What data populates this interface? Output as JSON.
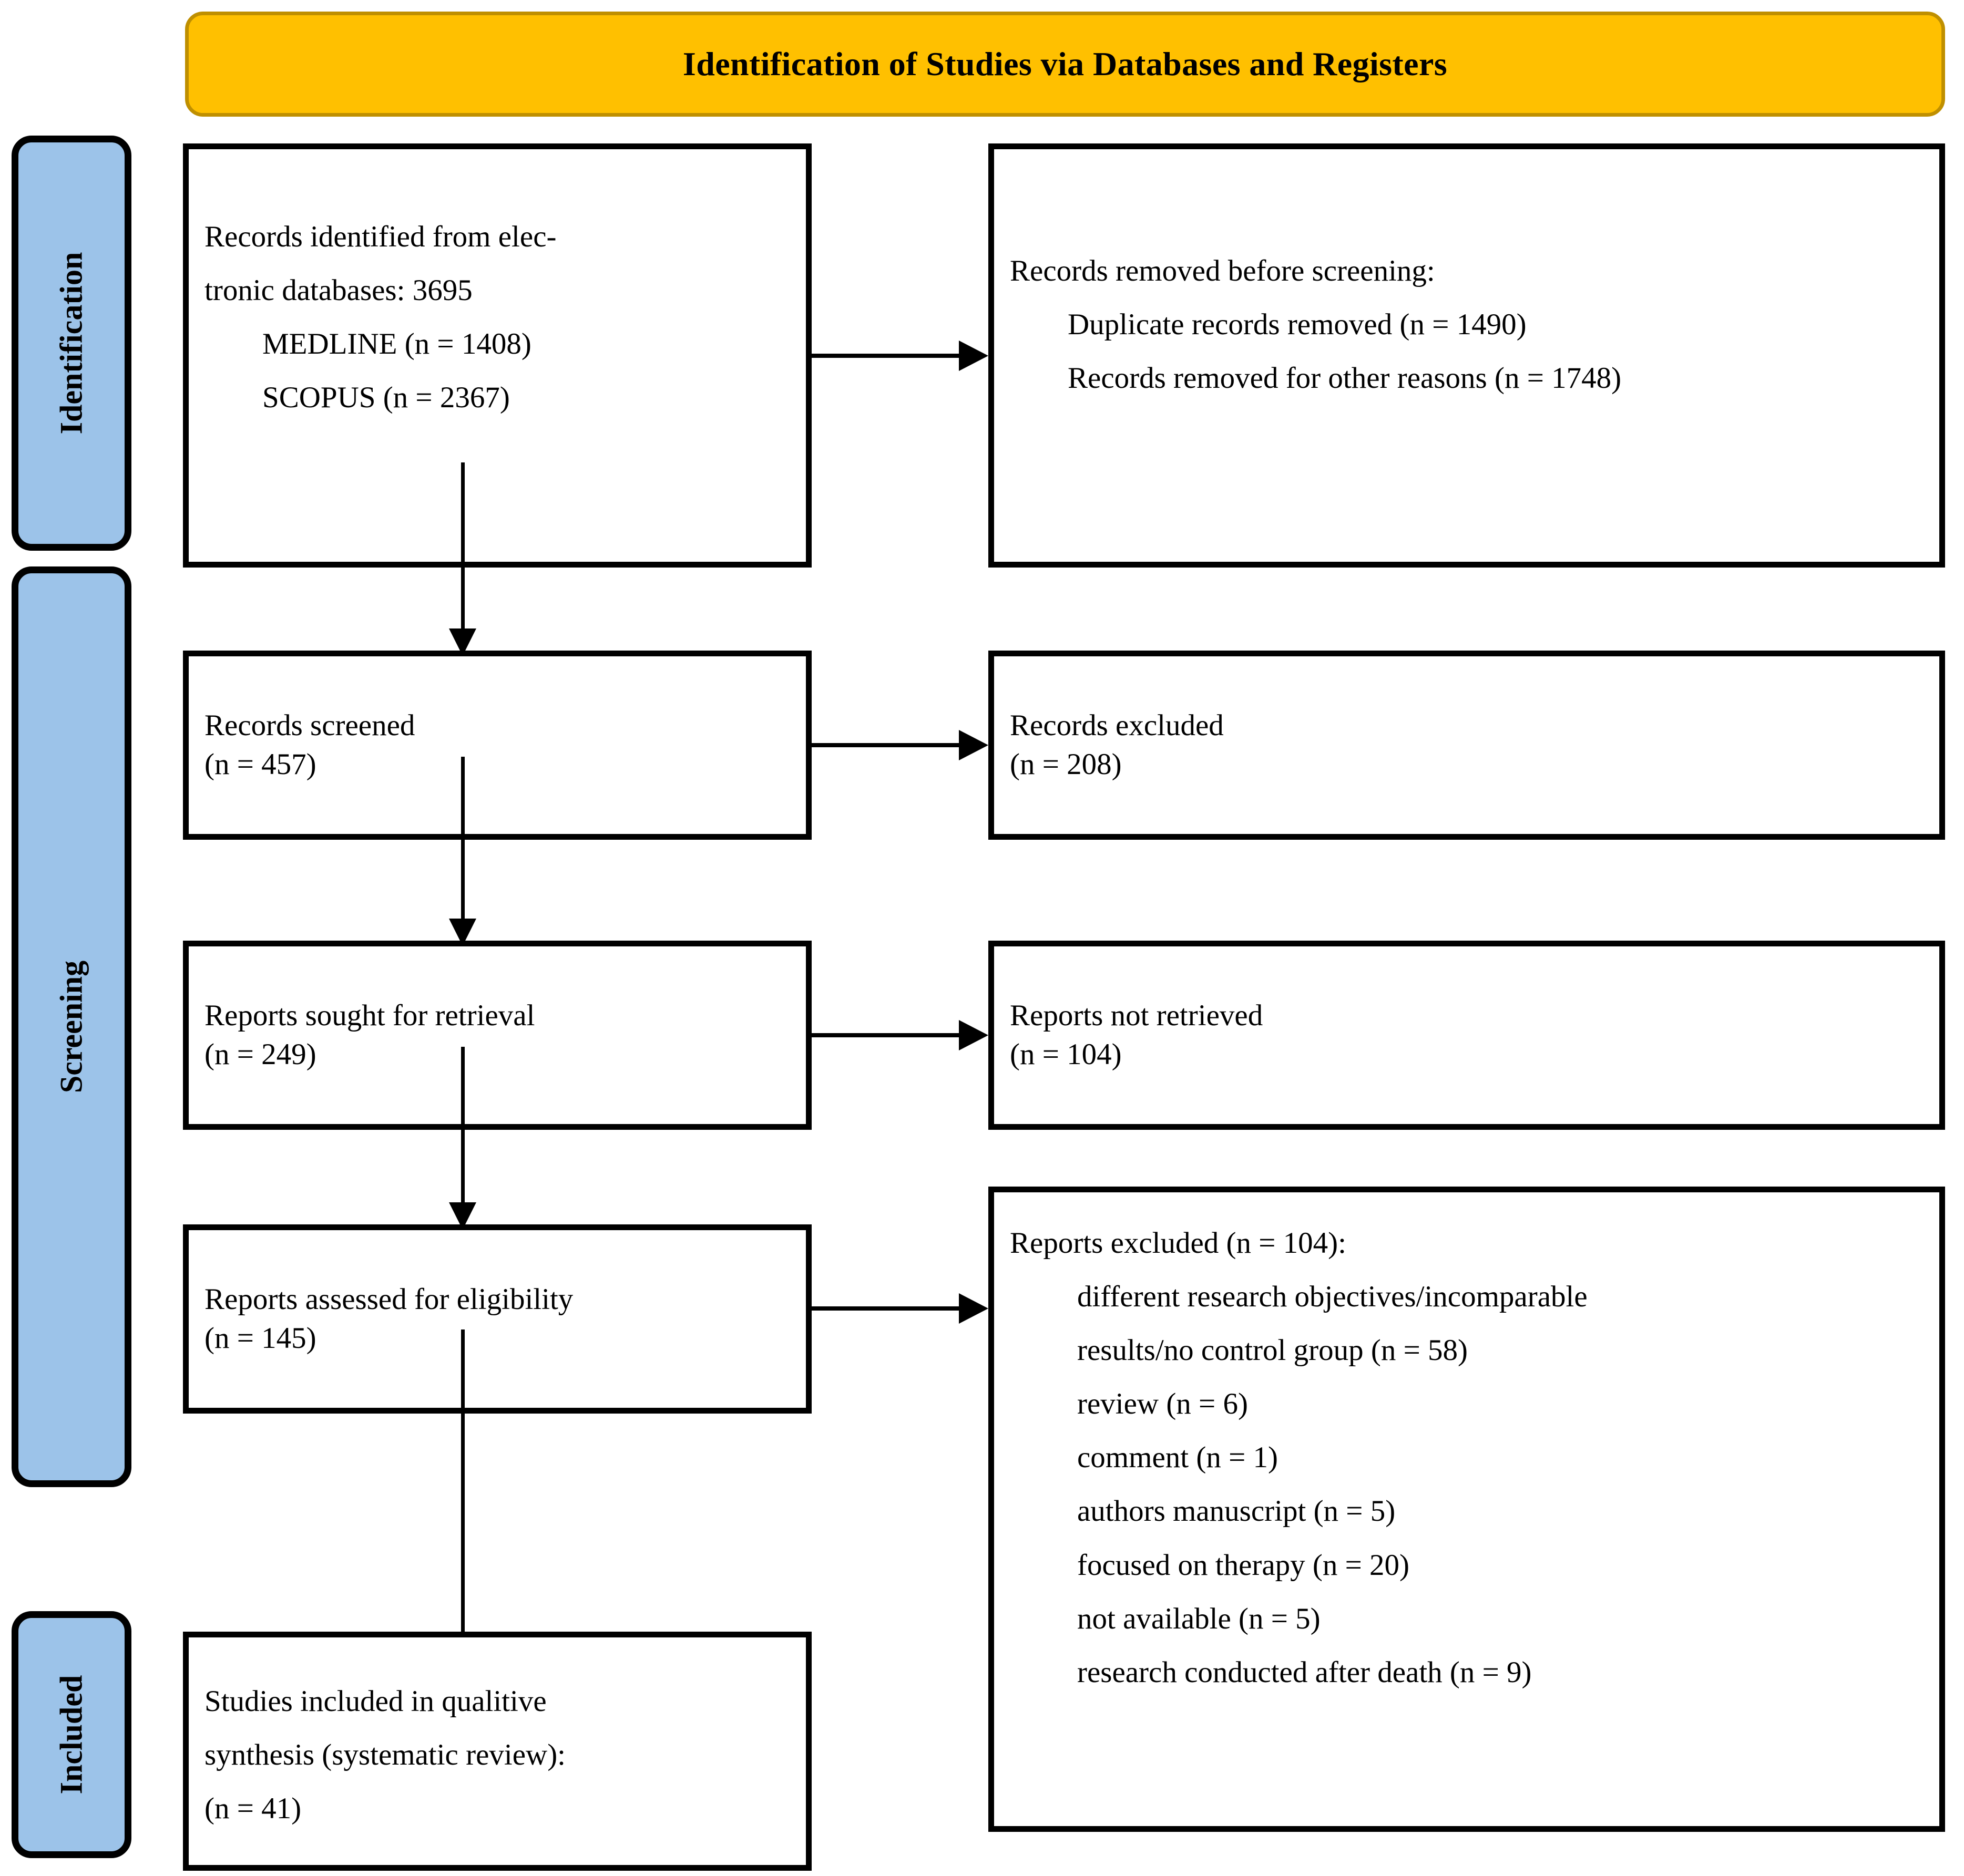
{
  "banner": {
    "title": "Identification of Studies via Databases and Registers",
    "fill_color": "#FFC000",
    "border_color": "#BF8F00"
  },
  "rails": {
    "fill_color": "#9CC3E9",
    "items": [
      {
        "id": "identification",
        "label": "Identification"
      },
      {
        "id": "screening",
        "label": "Screening"
      },
      {
        "id": "included",
        "label": "Included"
      }
    ]
  },
  "boxes": {
    "identified": {
      "lines": [
        "Records identified from elec-",
        "tronic databases: 3695",
        "MEDLINE (n = 1408)",
        "SCOPUS (n = 2367)"
      ]
    },
    "removed": {
      "lines": [
        "Records removed before screening:",
        "Duplicate records removed (n = 1490)",
        "Records removed for other reasons (n = 1748)"
      ]
    },
    "screened": {
      "lines": [
        "Records screened",
        "(n = 457)"
      ]
    },
    "excluded": {
      "lines": [
        "Records excluded",
        "(n = 208)"
      ]
    },
    "sought": {
      "lines": [
        "Reports sought for retrieval",
        "(n = 249)"
      ]
    },
    "not_retrieved": {
      "lines": [
        "Reports not retrieved",
        "(n = 104)"
      ]
    },
    "assessed": {
      "lines": [
        "Reports assessed for eligibility",
        "(n = 145)"
      ]
    },
    "reports_excluded": {
      "lines": [
        "Reports excluded (n = 104):",
        "different research objectives/incomparable",
        "results/no control group (n = 58)",
        "review (n = 6)",
        "comment (n = 1)",
        "authors manuscript (n = 5)",
        "focused on therapy (n = 20)",
        "not available (n = 5)",
        "research conducted after death (n = 9)"
      ]
    },
    "included": {
      "lines": [
        "Studies included in qualitive",
        "synthesis (systematic review):",
        "(n = 41)"
      ]
    }
  },
  "chart_data": {
    "type": "table",
    "title": "Identification of Studies via Databases and Registers",
    "stages": [
      {
        "stage": "Identification",
        "label": "Records identified from electronic databases",
        "n": 3695
      },
      {
        "stage": "Identification",
        "label": "MEDLINE",
        "n": 1408
      },
      {
        "stage": "Identification",
        "label": "SCOPUS",
        "n": 2367
      },
      {
        "stage": "Identification",
        "label": "Duplicate records removed",
        "n": 1490
      },
      {
        "stage": "Identification",
        "label": "Records removed for other reasons",
        "n": 1748
      },
      {
        "stage": "Screening",
        "label": "Records screened",
        "n": 457
      },
      {
        "stage": "Screening",
        "label": "Records excluded",
        "n": 208
      },
      {
        "stage": "Screening",
        "label": "Reports sought for retrieval",
        "n": 249
      },
      {
        "stage": "Screening",
        "label": "Reports not retrieved",
        "n": 104
      },
      {
        "stage": "Screening",
        "label": "Reports assessed for eligibility",
        "n": 145
      },
      {
        "stage": "Screening",
        "label": "Reports excluded",
        "n": 104
      },
      {
        "stage": "Screening",
        "label": "different research objectives/incomparable results/no control group",
        "n": 58
      },
      {
        "stage": "Screening",
        "label": "review",
        "n": 6
      },
      {
        "stage": "Screening",
        "label": "comment",
        "n": 1
      },
      {
        "stage": "Screening",
        "label": "authors manuscript",
        "n": 5
      },
      {
        "stage": "Screening",
        "label": "focused on therapy",
        "n": 20
      },
      {
        "stage": "Screening",
        "label": "not available",
        "n": 5
      },
      {
        "stage": "Screening",
        "label": "research conducted after death",
        "n": 9
      },
      {
        "stage": "Included",
        "label": "Studies included in qualitive synthesis (systematic review)",
        "n": 41
      }
    ]
  }
}
